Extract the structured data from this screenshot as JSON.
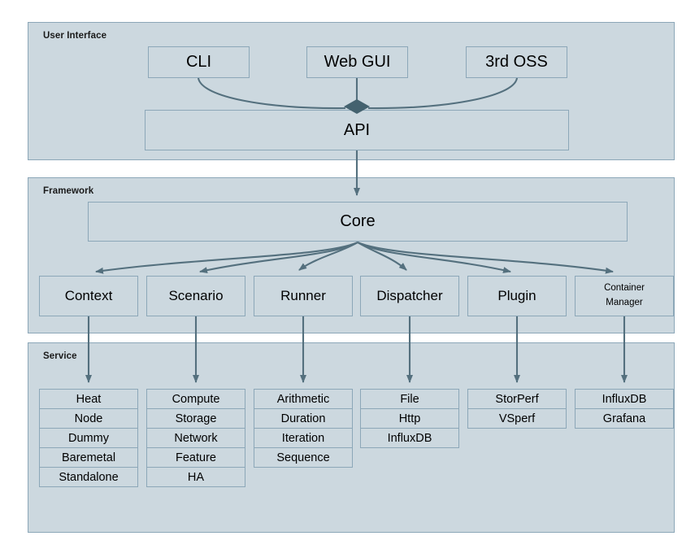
{
  "diagram": {
    "title": "Layered architecture diagram",
    "colors": {
      "section_fill": "#ccd8df",
      "section_border": "#8ca7b8",
      "node_fill": "#ccd8df",
      "node_border": "#8ca7b8",
      "edge": "#54707e",
      "page_background": "#ffffff"
    }
  },
  "sections": [
    {
      "id": "user-interface",
      "label": "User Interface"
    },
    {
      "id": "framework",
      "label": "Framework"
    },
    {
      "id": "service",
      "label": "Service"
    }
  ],
  "user_interface": {
    "clients": [
      {
        "id": "cli",
        "label": "CLI"
      },
      {
        "id": "web-gui",
        "label": "Web GUI"
      },
      {
        "id": "third-oss",
        "label": "3rd OSS"
      }
    ],
    "api": {
      "id": "api",
      "label": "API"
    }
  },
  "framework": {
    "core": {
      "id": "core",
      "label": "Core"
    },
    "modules": [
      {
        "id": "context",
        "label": "Context"
      },
      {
        "id": "scenario",
        "label": "Scenario"
      },
      {
        "id": "runner",
        "label": "Runner"
      },
      {
        "id": "dispatcher",
        "label": "Dispatcher"
      },
      {
        "id": "plugin",
        "label": "Plugin"
      },
      {
        "id": "container-manager",
        "label_line1": "Container",
        "label_line2": "Manager"
      }
    ]
  },
  "service": {
    "columns": [
      {
        "id": "context-services",
        "items": [
          "Heat",
          "Node",
          "Dummy",
          "Baremetal",
          "Standalone"
        ]
      },
      {
        "id": "scenario-services",
        "items": [
          "Compute",
          "Storage",
          "Network",
          "Feature",
          "HA"
        ]
      },
      {
        "id": "runner-services",
        "items": [
          "Arithmetic",
          "Duration",
          "Iteration",
          "Sequence"
        ]
      },
      {
        "id": "dispatcher-services",
        "items": [
          "File",
          "Http",
          "InfluxDB"
        ]
      },
      {
        "id": "plugin-services",
        "items": [
          "StorPerf",
          "VSperf"
        ]
      },
      {
        "id": "container-manager-services",
        "items": [
          "InfluxDB",
          "Grafana"
        ]
      }
    ]
  }
}
